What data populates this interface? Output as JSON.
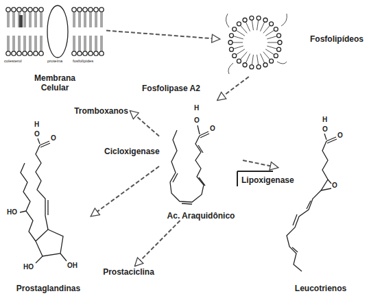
{
  "diagram": {
    "nodes": [
      {
        "text": [
          "Membrana Celular"
        ]
      },
      {
        "text": [
          "Fosfolipídeos"
        ]
      },
      {
        "text": [
          "Ac. Araquidônico"
        ]
      },
      {
        "text": [
          "Tromboxanos"
        ]
      },
      {
        "text": [
          "Prostaglandinas"
        ]
      },
      {
        "text": [
          "Prostaciclina"
        ]
      },
      {
        "text": [
          "Leucotrienos"
        ]
      }
    ],
    "edges": [
      {
        "from": 0,
        "to": 1,
        "arrow": "to"
      },
      {
        "from": 1,
        "to": 2,
        "label": "Fosfolipase A2",
        "arrow": "to"
      },
      {
        "from": 2,
        "to": 3,
        "arrow": "to"
      },
      {
        "from": 2,
        "to": 4,
        "label": "Cicloxigenase",
        "arrow": "to"
      },
      {
        "from": 2,
        "to": 5,
        "arrow": "to"
      },
      {
        "from": 2,
        "to": 6,
        "label": "Lipoxigenase",
        "arrow": "to"
      }
    ],
    "labels": [
      "colesterol",
      "proteína",
      "fosfolípides",
      "O",
      "H",
      "O",
      "O",
      "H",
      "O",
      "HO",
      "HO",
      "OH",
      "O",
      "H",
      "O",
      "O"
    ]
  }
}
